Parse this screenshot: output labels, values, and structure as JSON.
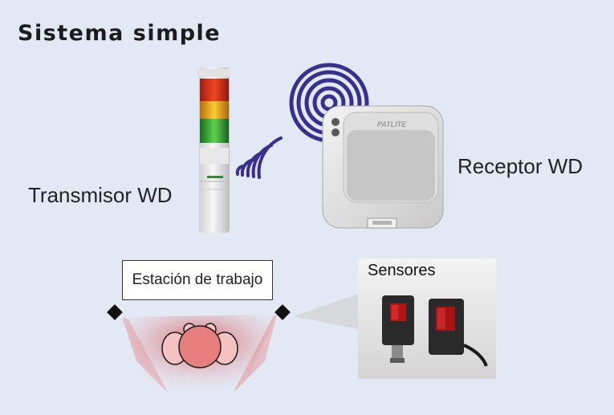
{
  "title": "Sistema simple",
  "transmitter": {
    "label": "Transmisor WD"
  },
  "receiver": {
    "label": "Receptor WD",
    "brand_text": "PATLITE"
  },
  "workstation": {
    "label": "Estación de trabajo"
  },
  "sensors": {
    "label": "Sensores"
  },
  "colors": {
    "background": "#e3e9f4",
    "signal": "#3a2f8f",
    "light_red": "#d8261c",
    "light_amber": "#f0a10f",
    "light_green": "#2fa53b",
    "beam": "#e06666"
  }
}
